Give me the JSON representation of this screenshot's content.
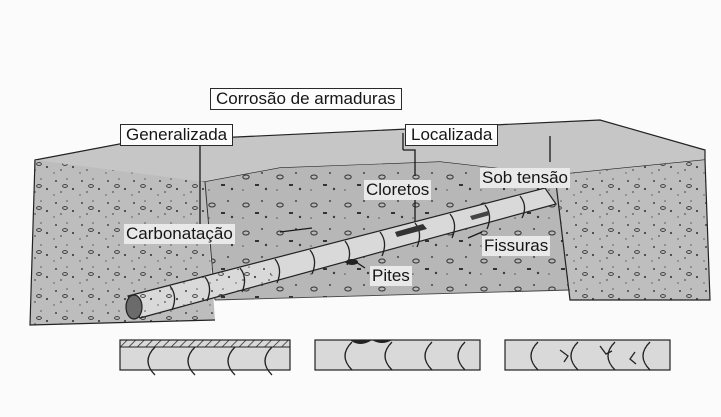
{
  "title": "Corrosão de armaduras",
  "categories": {
    "general": "Generalizada",
    "localized": "Localizada"
  },
  "mechanisms": {
    "carbonation": "Carbonatação",
    "chlorides": "Cloretos",
    "under_stress": "Sob tensão",
    "cracks": "Fissuras",
    "pits": "Pites"
  },
  "colors": {
    "paper": "#fbfbfb",
    "concrete_top": "#c9c9c9",
    "concrete_side": "#b3b3b3",
    "rebar": "#dcdcdc",
    "ink": "#1a1a1a"
  }
}
